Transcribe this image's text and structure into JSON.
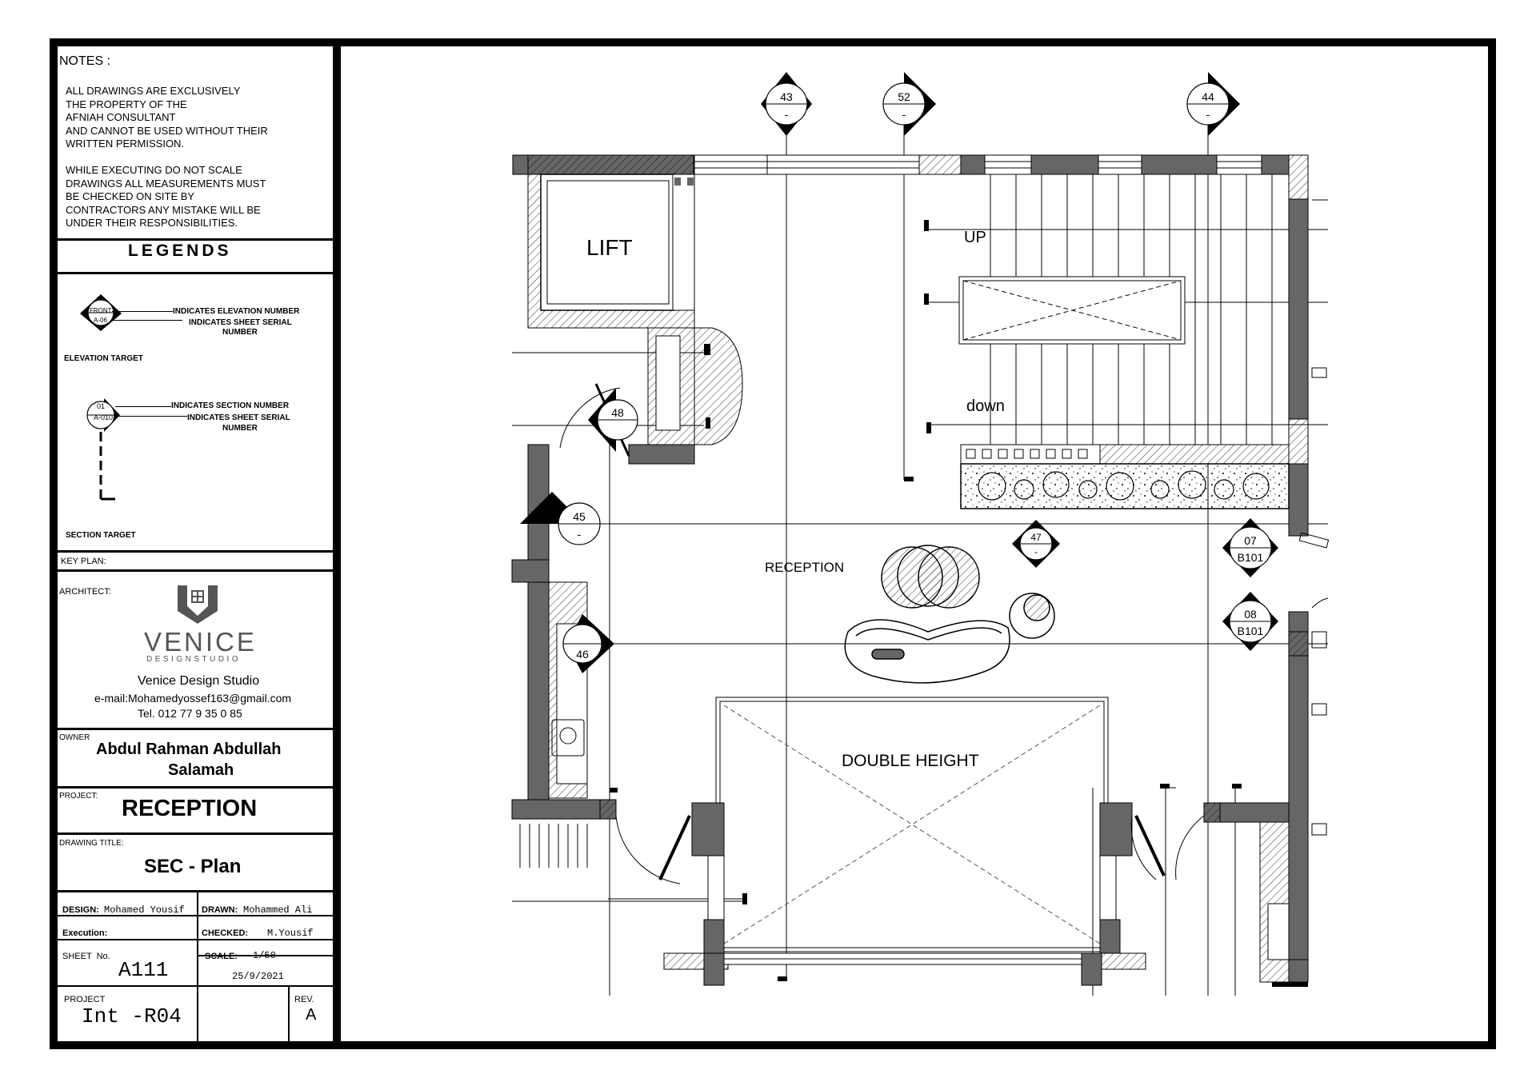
{
  "notes": {
    "heading": "NOTES :",
    "para1": [
      "ALL DRAWINGS ARE EXCLUSIVELY",
      "THE PROPERTY OF THE",
      "AFNIAH CONSULTANT",
      "AND CANNOT BE USED WITHOUT THEIR",
      "WRITTEN PERMISSION."
    ],
    "para2": [
      "WHILE EXECUTING DO NOT SCALE",
      "DRAWINGS ALL MEASUREMENTS MUST",
      "BE CHECKED ON SITE BY",
      "CONTRACTORS ANY MISTAKE WILL BE",
      "UNDER THEIR RESPONSIBILITIES."
    ]
  },
  "legends": {
    "title": "LEGENDS",
    "elevation": {
      "top": "FRONT",
      "bottom": "A-06",
      "line1": "INDICATES ELEVATION NUMBER",
      "line2": "INDICATES SHEET SERIAL",
      "line3": "NUMBER",
      "caption": "ELEVATION TARGET"
    },
    "section": {
      "top": "01",
      "bottom": "A-010",
      "line1": "INDICATES SECTION NUMBER",
      "line2": "INDICATES SHEET SERIAL",
      "line3": "NUMBER",
      "caption": "SECTION TARGET"
    }
  },
  "key_plan": "KEY PLAN:",
  "architect": {
    "label": "ARCHITECT:",
    "logo_name": "VENICE",
    "logo_sub": "DESIGNSTUDIO",
    "studio": "Venice Design Studio",
    "email": "e-mail:Mohamedyossef163@gmail.com",
    "tel": "Tel. 012 77 9 35 0 85"
  },
  "owner": {
    "label": "OWNER",
    "line1": "Abdul Rahman Abdullah",
    "line2": "Salamah"
  },
  "project": {
    "label": "PROJECT:",
    "value": "RECEPTION"
  },
  "drawing_title": {
    "label": "DRAWING TITLE:",
    "value": "SEC - Plan"
  },
  "info": {
    "design_label": "DESIGN:",
    "design_value": "Mohamed Yousif",
    "drawn_label": "DRAWN:",
    "drawn_value": "Mohammed Ali",
    "execution_label": "Execution:",
    "checked_label": "CHECKED:",
    "checked_value": "M.Yousif",
    "sheet_label": "SHEET  No.",
    "sheet_value": "A111",
    "scale_label": "SCALE:",
    "scale_value": "1/50",
    "date": "25/9/2021",
    "project_no_label": "PROJECT",
    "project_no_value": "Int -R04",
    "rev_label": "REV.",
    "rev_value": "A"
  },
  "plan": {
    "rooms": {
      "lift": "LIFT",
      "up": "UP",
      "down": "down",
      "reception": "RECEPTION",
      "double_height": "DOUBLE HEIGHT"
    },
    "markers": [
      {
        "top": "43",
        "bottom": "-"
      },
      {
        "top": "52",
        "bottom": "-"
      },
      {
        "top": "44",
        "bottom": "-"
      },
      {
        "top": "48",
        "bottom": ""
      },
      {
        "top": "45",
        "bottom": "-"
      },
      {
        "top": "47",
        "bottom": "-"
      },
      {
        "top": "07",
        "bottom": "B101"
      },
      {
        "top": "08",
        "bottom": "B101"
      },
      {
        "top": "46",
        "bottom": ""
      }
    ]
  },
  "colors": {
    "wall": "#666666",
    "line": "#000000"
  }
}
